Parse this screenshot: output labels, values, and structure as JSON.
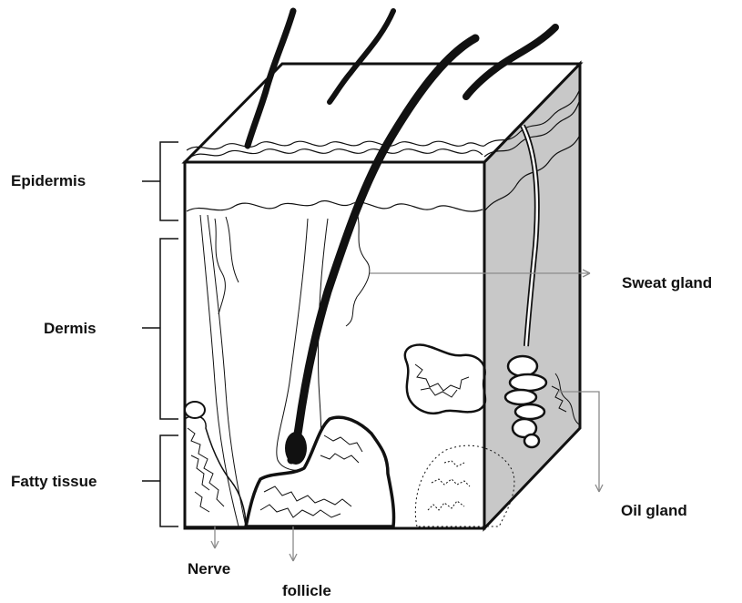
{
  "labels": {
    "epidermis": "Epidermis",
    "dermis": "Dermis",
    "fatty_tissue": "Fatty tissue",
    "sweat_gland": "Sweat gland",
    "oil_gland": "Oil gland",
    "nerve": "Nerve",
    "follicle": "follicle"
  },
  "colors": {
    "ink": "#111111",
    "side_face": "#c8c8c8",
    "pointer": "#8a8a8a"
  }
}
